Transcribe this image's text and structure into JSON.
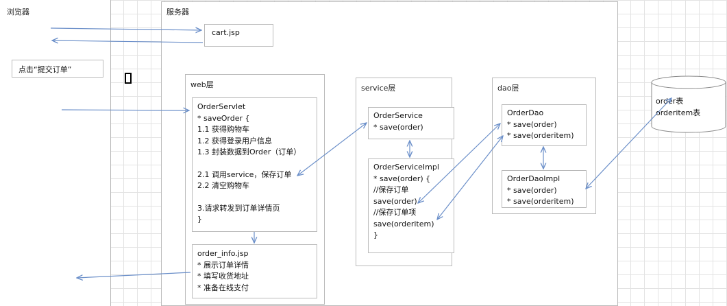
{
  "browser": {
    "title": "浏览器",
    "submit_label": "点击“提交订单”"
  },
  "server": {
    "title": "服务器",
    "cart_label": "cart.jsp",
    "web_layer": {
      "title": "web层",
      "servlet_lines": [
        "OrderServlet",
        "* saveOrder {",
        "1.1 获得购物车",
        "1.2 获得登录用户信息",
        "1.3 封装数据到Order（订单）",
        "",
        "2.1 调用service，保存订单",
        "2.2 清空购物车",
        "",
        "3.请求转发到订单详情页",
        "}"
      ],
      "order_info_lines": [
        "order_info.jsp",
        "* 展示订单详情",
        "* 填写收货地址",
        "* 准备在线支付"
      ]
    },
    "service_layer": {
      "title": "service层",
      "service_lines": [
        "OrderService",
        "* save(order)"
      ],
      "impl_lines": [
        "OrderServiceImpl",
        "* save(order) {",
        "//保存订单",
        "save(order)",
        "//保存订单项",
        "save(orderitem)",
        "}"
      ]
    },
    "dao_layer": {
      "title": "dao层",
      "dao_lines": [
        "OrderDao",
        "* save(order)",
        "* save(orderitem)"
      ],
      "impl_lines": [
        "OrderDaoImpl",
        "* save(order)",
        "* save(orderitem)"
      ]
    }
  },
  "database": {
    "lines": [
      "order表",
      "orderitem表"
    ]
  },
  "colors": {
    "arrow": "#6b8fc9",
    "border": "#b9b9b9"
  },
  "icons": {
    "cursor": "text-cursor-icon"
  }
}
